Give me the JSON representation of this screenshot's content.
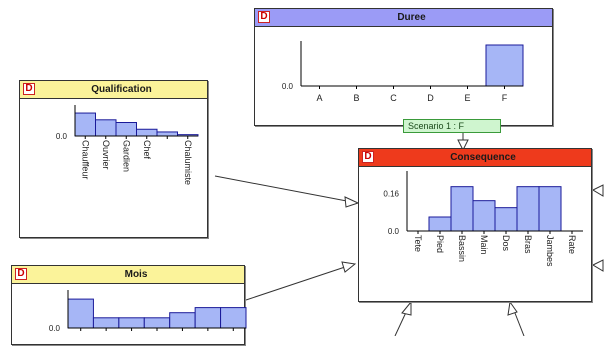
{
  "colors": {
    "duree_header": "#9b9bf6",
    "qualification_header": "#fbf39a",
    "mois_header": "#fbf39a",
    "consequence_header": "#ee3a1c",
    "bar_fill": "#a6b6f6",
    "bar_stroke": "#1a1a99",
    "badge_letter": "#cc0000"
  },
  "nodes": {
    "duree": {
      "badge": "D",
      "title": "Duree"
    },
    "qualification": {
      "badge": "D",
      "title": "Qualification"
    },
    "mois": {
      "badge": "D",
      "title": "Mois"
    },
    "consequence": {
      "badge": "D",
      "title": "Consequence"
    }
  },
  "scenario_note": "Scenario 1 : F",
  "chart_data": [
    {
      "id": "duree",
      "type": "bar",
      "categories": [
        "A",
        "B",
        "C",
        "D",
        "E",
        "F"
      ],
      "values": [
        0,
        0,
        0,
        0,
        0,
        1
      ],
      "ytick_labels": [
        "0.0"
      ],
      "ylim": [
        0,
        1
      ]
    },
    {
      "id": "qualification",
      "type": "bar",
      "categories": [
        "Chauffeur",
        "Ouvrier",
        "Gardien",
        "Chef",
        "",
        "Chalumiste"
      ],
      "values": [
        0.34,
        0.24,
        0.2,
        0.1,
        0.06,
        0.02
      ],
      "ytick_labels": [
        "0.0"
      ],
      "ylim": [
        0,
        0.4
      ]
    },
    {
      "id": "mois",
      "type": "bar",
      "categories": [
        "",
        "",
        "",
        "",
        "",
        "",
        ""
      ],
      "values": [
        0.17,
        0.06,
        0.06,
        0.06,
        0.09,
        0.12,
        0.12
      ],
      "ytick_labels": [
        "0.0"
      ],
      "ylim": [
        0,
        0.2
      ]
    },
    {
      "id": "consequence",
      "type": "bar",
      "categories": [
        "Tete",
        "Pied",
        "Bassin",
        "Main",
        "Dos",
        "Bras",
        "Jambes",
        "Rate"
      ],
      "values": [
        0,
        0.06,
        0.19,
        0.13,
        0.1,
        0.19,
        0.19,
        0
      ],
      "ytick_labels": [
        "0.16",
        "0.0"
      ],
      "ytick_values": [
        0.16,
        0
      ],
      "ylim": [
        0,
        0.24
      ]
    }
  ]
}
